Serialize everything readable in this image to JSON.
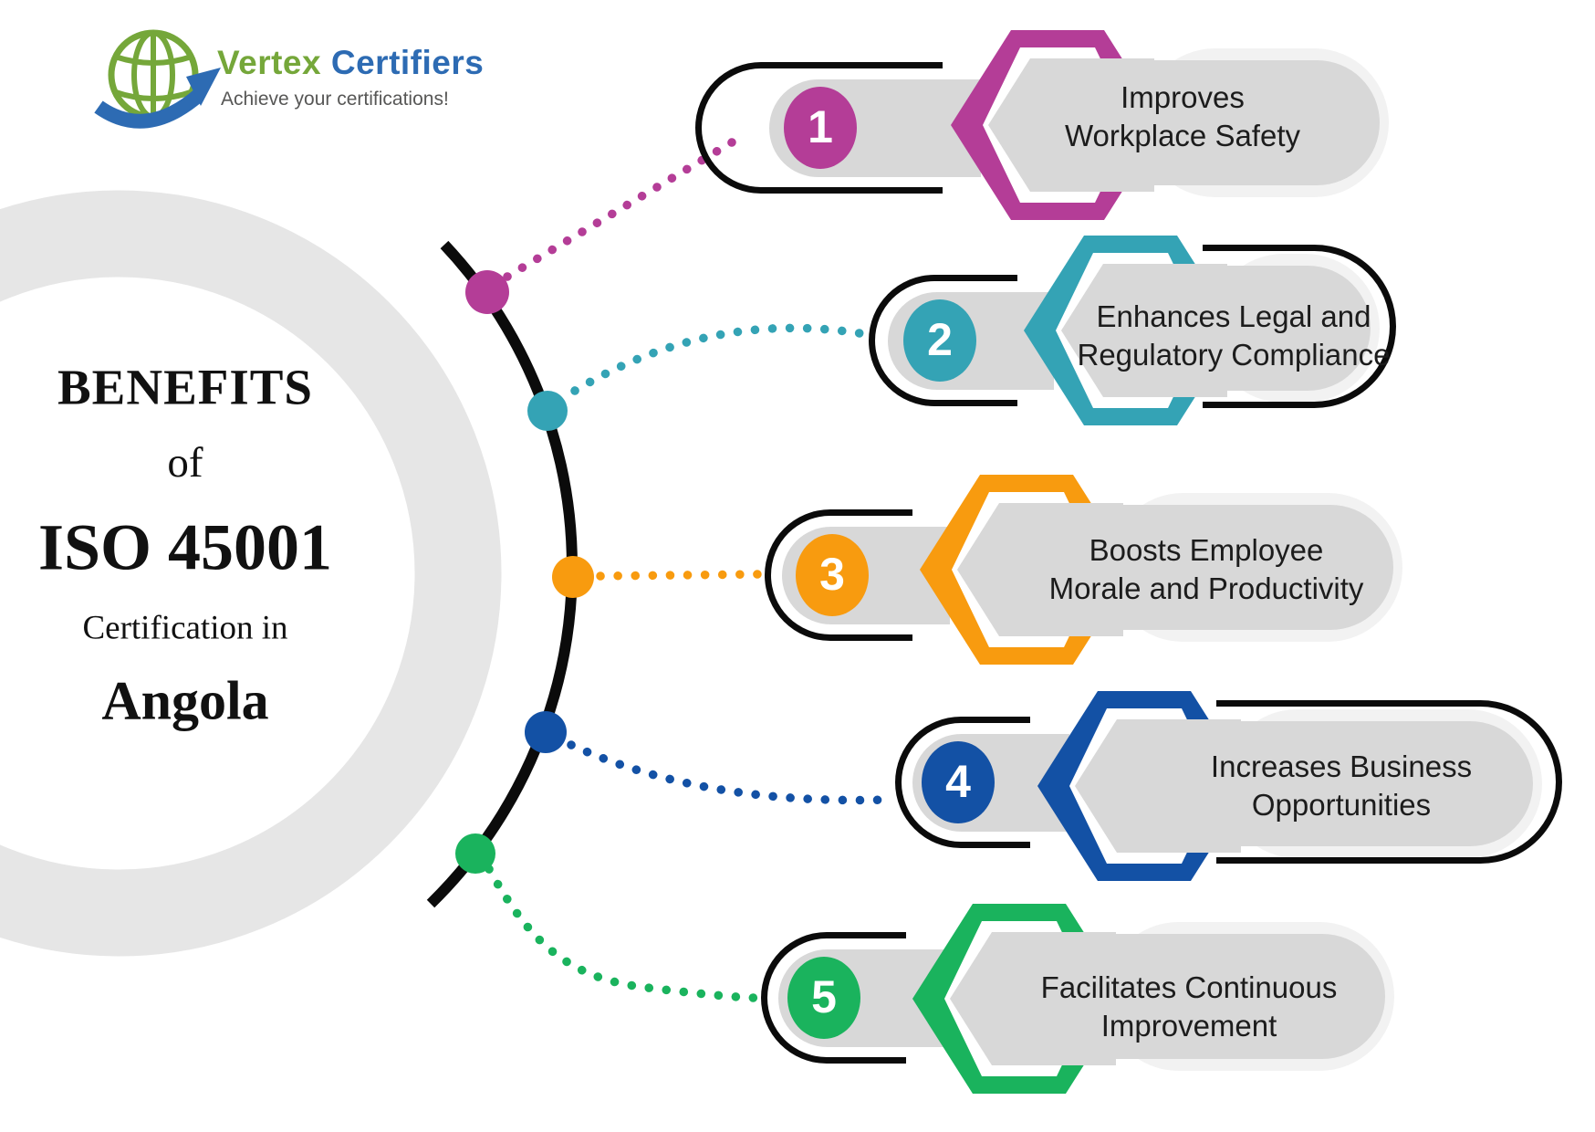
{
  "logo": {
    "brand_part1": "Vertex ",
    "brand_part2": "Certifiers",
    "tagline": "Achieve your certifications!",
    "brand_color1": "#75a73a",
    "brand_color2": "#2d6bb3"
  },
  "title": {
    "line1": "BENEFITS",
    "line2": "of",
    "line3": "ISO 45001",
    "line4": "Certification in",
    "line5": "Angola"
  },
  "items": [
    {
      "number": "1",
      "color": "#b43d97",
      "label_line1": "Improves",
      "label_line2": "Workplace Safety"
    },
    {
      "number": "2",
      "color": "#34a3b5",
      "label_line1": "Enhances Legal and",
      "label_line2": "Regulatory Compliance"
    },
    {
      "number": "3",
      "color": "#f89b0f",
      "label_line1": "Boosts Employee",
      "label_line2": "Morale and Productivity"
    },
    {
      "number": "4",
      "color": "#1351a5",
      "label_line1": "Increases Business",
      "label_line2": "Opportunities"
    },
    {
      "number": "5",
      "color": "#1ab35d",
      "label_line1": "Facilitates Continuous",
      "label_line2": "Improvement"
    }
  ],
  "decor": {
    "ring_color": "#e6e6e6",
    "arc_color": "#0b0b0b",
    "capsule_gray": "#d8d8d8",
    "backing_gray": "#f2f2f2"
  }
}
